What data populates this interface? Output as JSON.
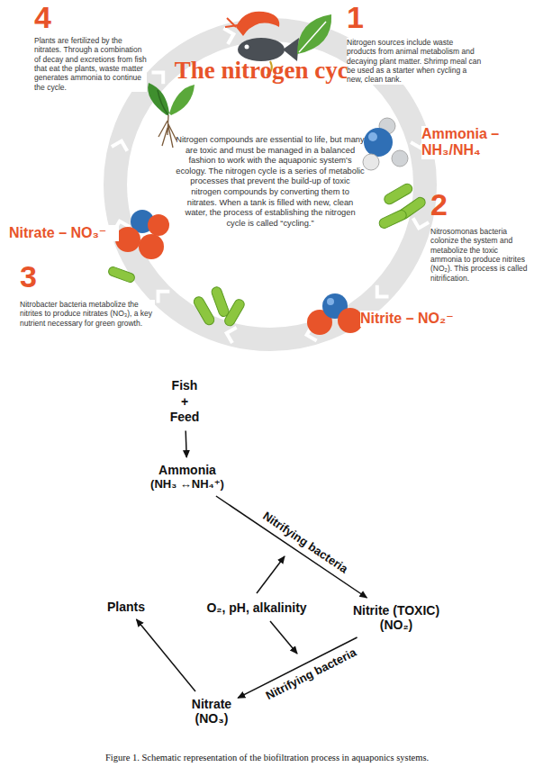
{
  "diagram": {
    "title": "The nitrogen cycle",
    "caption": "Figure 1. Schematic representation of the biofiltration process in aquaponics systems.",
    "nodes": [
      {
        "text": [
          "Fish + Feed"
        ]
      },
      {
        "text": [
          "Ammonia",
          "(NH₃ ↔NH₄⁺)"
        ]
      },
      {
        "text": [
          "Plants"
        ]
      },
      {
        "text": [
          "O₂, pH, alkalinity"
        ]
      },
      {
        "text": [
          "Nitrite (TOXIC)",
          "(NO₂)"
        ]
      },
      {
        "text": [
          "Nitrate",
          "(NO₃)"
        ]
      }
    ],
    "edges": [
      {
        "from": 0,
        "to": 1,
        "arrow": "to"
      },
      {
        "from": 1,
        "to": 4,
        "label": "Nitrifying bacteria",
        "arrow": "to"
      },
      {
        "from": 4,
        "to": 5,
        "label": "Nitrifying bacteria",
        "arrow": "to"
      },
      {
        "from": 5,
        "to": 2,
        "arrow": "to"
      }
    ],
    "labels": [
      "1",
      "Nitrogen sources include waste products from animal metabolism and decaying plant matter. Shrimp meal can be used as a starter when cycling a new, clean tank.",
      "Ammonia – NH₃/NH₄",
      "2",
      "Nitrosomonas bacteria colonize the system and metabolize the toxic ammonia to produce nitrites (NO₂). This process is called nitrification.",
      "Nitrite – NO₂⁻",
      "3",
      "Nitrobacter bacteria metabolize the nitrites to produce nitrates (NO₃), a key nutrient necessary for green growth.",
      "Nitrate – NO₃⁻",
      "4",
      "Plants are fertilized by the nitrates. Through a combination of decay and excretions from fish that eat the plants, waste matter generates ammonia to continue the cycle.",
      "Nitrogen compounds are essential to life, but many are toxic and must be managed in a balanced fashion to work with the aquaponic system's ecology. The nitrogen cycle is a series of metabolic processes that prevent the build-up of toxic nitrogen compounds by converting them to nitrates. When a tank is filled with new, clean water, the process of establishing the nitrogen cycle is called “cycling.”"
    ]
  }
}
